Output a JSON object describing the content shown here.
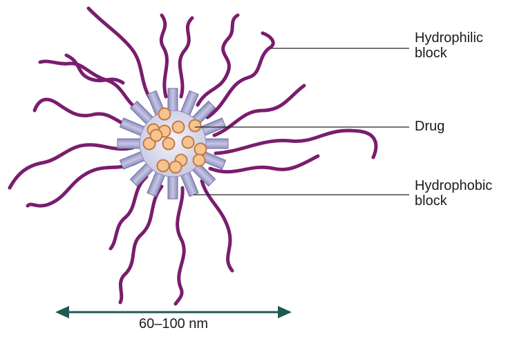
{
  "labels": {
    "hydrophilic_line1": "Hydrophilic",
    "hydrophilic_line2": "block",
    "drug": "Drug",
    "hydrophobic_line1": "Hydrophobic",
    "hydrophobic_line2": "block",
    "size": "60–100 nm"
  },
  "colors": {
    "chain": "#7a1d6e",
    "core_fill": "#dcdcef",
    "core_edge": "#6f6f9c",
    "block_fill": "#a9a9cf",
    "drug_fill": "#f6c392",
    "drug_edge": "#c47a3c",
    "arrow": "#1f5a52",
    "leader": "#222222"
  }
}
